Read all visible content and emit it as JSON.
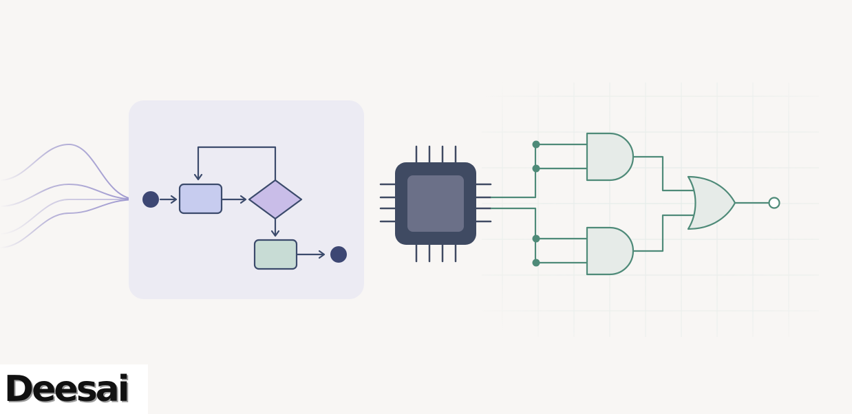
{
  "colors": {
    "background": "#f8f6f4",
    "panel": "#ecebf3",
    "flow_stroke": "#3b4a6b",
    "process_fill": "#c7ccef",
    "decision_fill": "#c9bde8",
    "end_process_fill": "#c8dcd5",
    "terminal_dot": "#3d4773",
    "chip_body": "#3f4a62",
    "chip_core": "#6b7088",
    "circuit_stroke": "#4e8a78",
    "gate_fill": "#e6ebe8",
    "wave": "#b3aed6",
    "grid": "#e6ece9"
  },
  "icons": [
    "wave-lines",
    "flowchart",
    "microchip-icon",
    "and-gate",
    "or-gate"
  ],
  "logo": {
    "text": "Deesai"
  }
}
